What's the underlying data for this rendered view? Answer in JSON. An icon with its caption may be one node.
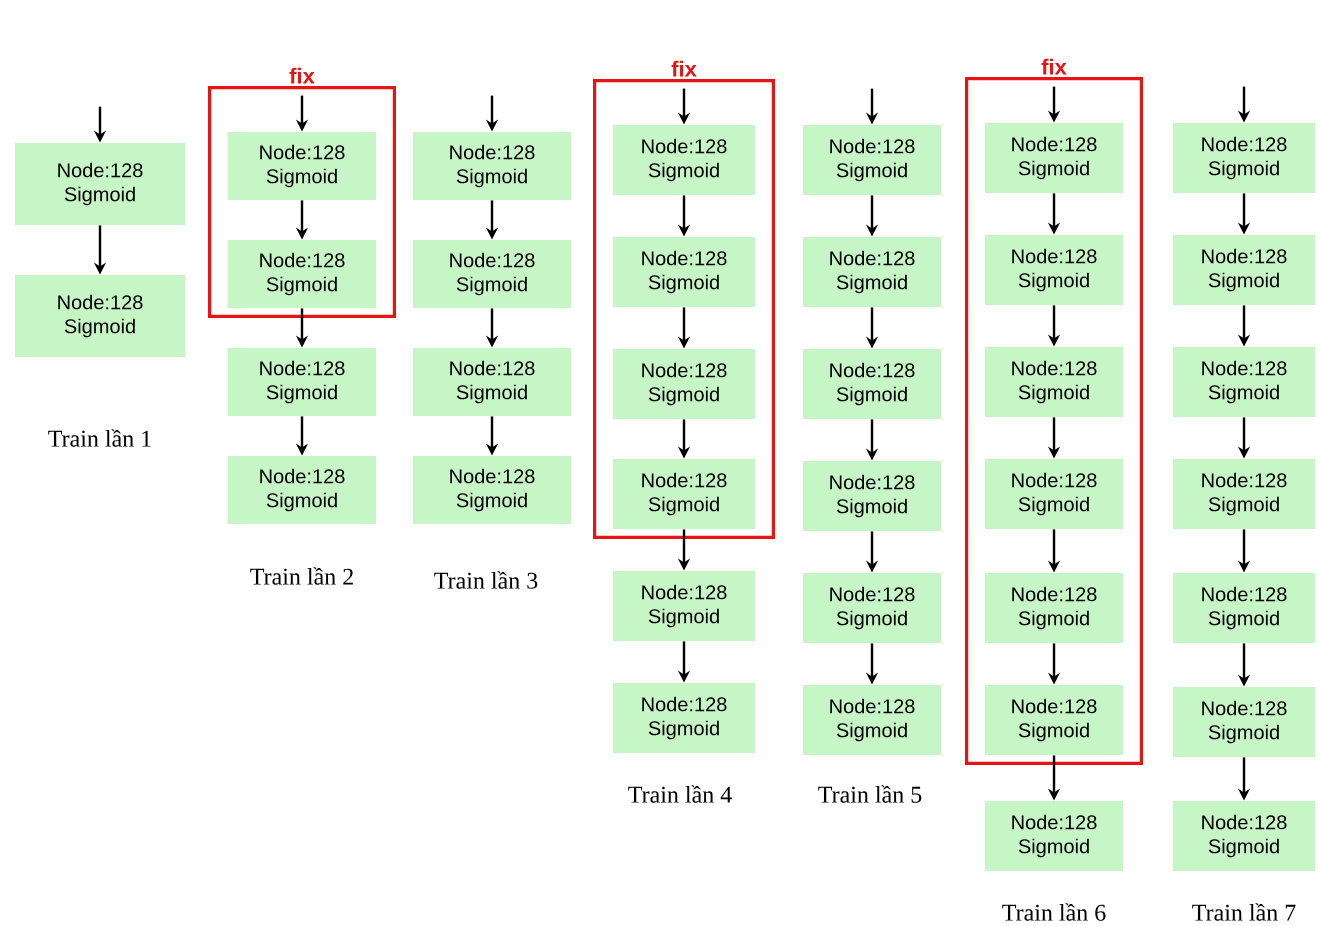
{
  "diagram": {
    "nodes": [
      {
        "text": [
          "Node:128 Sigmoid"
        ]
      },
      {
        "text": [
          "Node:128 Sigmoid"
        ]
      },
      {
        "text": [
          "fix"
        ]
      },
      {
        "text": [
          "Node:128 Sigmoid"
        ],
        "in": 2
      },
      {
        "text": [
          "Node:128 Sigmoid"
        ],
        "in": 2
      },
      {
        "text": [
          "Node:128 Sigmoid"
        ]
      },
      {
        "text": [
          "Node:128 Sigmoid"
        ]
      },
      {
        "text": [
          "Node:128 Sigmoid"
        ]
      },
      {
        "text": [
          "Node:128 Sigmoid"
        ]
      },
      {
        "text": [
          "Node:128 Sigmoid"
        ]
      },
      {
        "text": [
          "Node:128 Sigmoid"
        ]
      },
      {
        "text": [
          "fix"
        ]
      },
      {
        "text": [
          "Node:128 Sigmoid"
        ],
        "in": 11
      },
      {
        "text": [
          "Node:128 Sigmoid"
        ],
        "in": 11
      },
      {
        "text": [
          "Node:128 Sigmoid"
        ],
        "in": 11
      },
      {
        "text": [
          "Node:128 Sigmoid"
        ],
        "in": 11
      },
      {
        "text": [
          "Node:128 Sigmoid"
        ]
      },
      {
        "text": [
          "Node:128 Sigmoid"
        ]
      },
      {
        "text": [
          "Node:128 Sigmoid"
        ]
      },
      {
        "text": [
          "Node:128 Sigmoid"
        ]
      },
      {
        "text": [
          "Node:128 Sigmoid"
        ]
      },
      {
        "text": [
          "Node:128 Sigmoid"
        ]
      },
      {
        "text": [
          "Node:128 Sigmoid"
        ]
      },
      {
        "text": [
          "Node:128 Sigmoid"
        ]
      },
      {
        "text": [
          "fix"
        ]
      },
      {
        "text": [
          "Node:128 Sigmoid"
        ],
        "in": 24
      },
      {
        "text": [
          "Node:128 Sigmoid"
        ],
        "in": 24
      },
      {
        "text": [
          "Node:128 Sigmoid"
        ],
        "in": 24
      },
      {
        "text": [
          "Node:128 Sigmoid"
        ],
        "in": 24
      },
      {
        "text": [
          "Node:128 Sigmoid"
        ],
        "in": 24
      },
      {
        "text": [
          "Node:128 Sigmoid"
        ],
        "in": 24
      },
      {
        "text": [
          "Node:128 Sigmoid"
        ]
      },
      {
        "text": [
          "Node:128 Sigmoid"
        ]
      },
      {
        "text": [
          "Node:128 Sigmoid"
        ]
      },
      {
        "text": [
          "Node:128 Sigmoid"
        ]
      },
      {
        "text": [
          "Node:128 Sigmoid"
        ]
      },
      {
        "text": [
          "Node:128 Sigmoid"
        ]
      },
      {
        "text": [
          "Node:128 Sigmoid"
        ]
      },
      {
        "text": [
          "Node:128 Sigmoid"
        ]
      }
    ],
    "edges": [
      {
        "from": null,
        "to": 0,
        "arrow": "to"
      },
      {
        "from": 0,
        "to": 1,
        "arrow": "to"
      },
      {
        "from": null,
        "to": 3,
        "arrow": "to"
      },
      {
        "from": 3,
        "to": 4,
        "arrow": "to"
      },
      {
        "from": 4,
        "to": 5,
        "arrow": "to"
      },
      {
        "from": 5,
        "to": 6,
        "arrow": "to"
      },
      {
        "from": null,
        "to": 7,
        "arrow": "to"
      },
      {
        "from": 7,
        "to": 8,
        "arrow": "to"
      },
      {
        "from": 8,
        "to": 9,
        "arrow": "to"
      },
      {
        "from": 9,
        "to": 10,
        "arrow": "to"
      },
      {
        "from": null,
        "to": 12,
        "arrow": "to"
      },
      {
        "from": 12,
        "to": 13,
        "arrow": "to"
      },
      {
        "from": 13,
        "to": 14,
        "arrow": "to"
      },
      {
        "from": 14,
        "to": 15,
        "arrow": "to"
      },
      {
        "from": 15,
        "to": 16,
        "arrow": "to"
      },
      {
        "from": 16,
        "to": 17,
        "arrow": "to"
      },
      {
        "from": null,
        "to": 18,
        "arrow": "to"
      },
      {
        "from": 18,
        "to": 19,
        "arrow": "to"
      },
      {
        "from": 19,
        "to": 20,
        "arrow": "to"
      },
      {
        "from": 20,
        "to": 21,
        "arrow": "to"
      },
      {
        "from": 21,
        "to": 22,
        "arrow": "to"
      },
      {
        "from": 22,
        "to": 23,
        "arrow": "to"
      },
      {
        "from": null,
        "to": 25,
        "arrow": "to"
      },
      {
        "from": 25,
        "to": 26,
        "arrow": "to"
      },
      {
        "from": 26,
        "to": 27,
        "arrow": "to"
      },
      {
        "from": 27,
        "to": 28,
        "arrow": "to"
      },
      {
        "from": 28,
        "to": 29,
        "arrow": "to"
      },
      {
        "from": 29,
        "to": 30,
        "arrow": "to"
      },
      {
        "from": 30,
        "to": 31,
        "arrow": "to"
      },
      {
        "from": null,
        "to": 32,
        "arrow": "to"
      },
      {
        "from": 32,
        "to": 33,
        "arrow": "to"
      },
      {
        "from": 33,
        "to": 34,
        "arrow": "to"
      },
      {
        "from": 34,
        "to": 35,
        "arrow": "to"
      },
      {
        "from": 35,
        "to": 36,
        "arrow": "to"
      },
      {
        "from": 36,
        "to": 37,
        "arrow": "to"
      },
      {
        "from": 37,
        "to": 38,
        "arrow": "to"
      }
    ],
    "labels": [
      "Train lần 1",
      "Train lần 2",
      "Train lần 3",
      "Train lần 4",
      "Train lần 5",
      "Train lần 6",
      "Train lần 7"
    ]
  }
}
